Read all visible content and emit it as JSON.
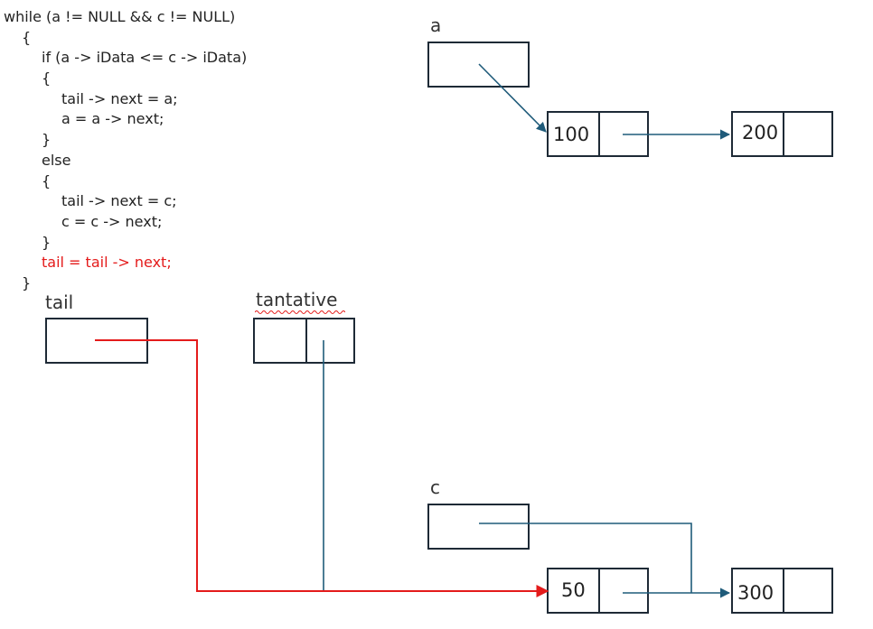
{
  "code_lines": [
    {
      "text": "while (a != NULL && c != NULL)",
      "indent": 0,
      "highlight": false
    },
    {
      "text": "{",
      "indent": 1,
      "highlight": false
    },
    {
      "text": "if (a -> iData <= c -> iData)",
      "indent": 2,
      "highlight": false
    },
    {
      "text": "{",
      "indent": 2,
      "highlight": false
    },
    {
      "text": "tail -> next = a;",
      "indent": 3,
      "highlight": false
    },
    {
      "text": "a = a -> next;",
      "indent": 3,
      "highlight": false
    },
    {
      "text": "}",
      "indent": 2,
      "highlight": false
    },
    {
      "text": "else",
      "indent": 2,
      "highlight": false
    },
    {
      "text": "{",
      "indent": 2,
      "highlight": false
    },
    {
      "text": "tail -> next = c;",
      "indent": 3,
      "highlight": false
    },
    {
      "text": "c = c -> next;",
      "indent": 3,
      "highlight": false
    },
    {
      "text": "}",
      "indent": 2,
      "highlight": false
    },
    {
      "text": "tail = tail -> next;",
      "indent": 2,
      "highlight": true
    },
    {
      "text": "}",
      "indent": 1,
      "highlight": false
    }
  ],
  "pointers": {
    "a": "a",
    "c": "c",
    "tail": "tail",
    "tentative": "tantative"
  },
  "nodes": {
    "n100": "100",
    "n200": "200",
    "n50": "50",
    "n300": "300"
  },
  "colors": {
    "arrow": "#1f5b7a",
    "highlight": "#e41b1b",
    "box_border": "#1e2a36",
    "spellcheck": "#e41b1b"
  }
}
